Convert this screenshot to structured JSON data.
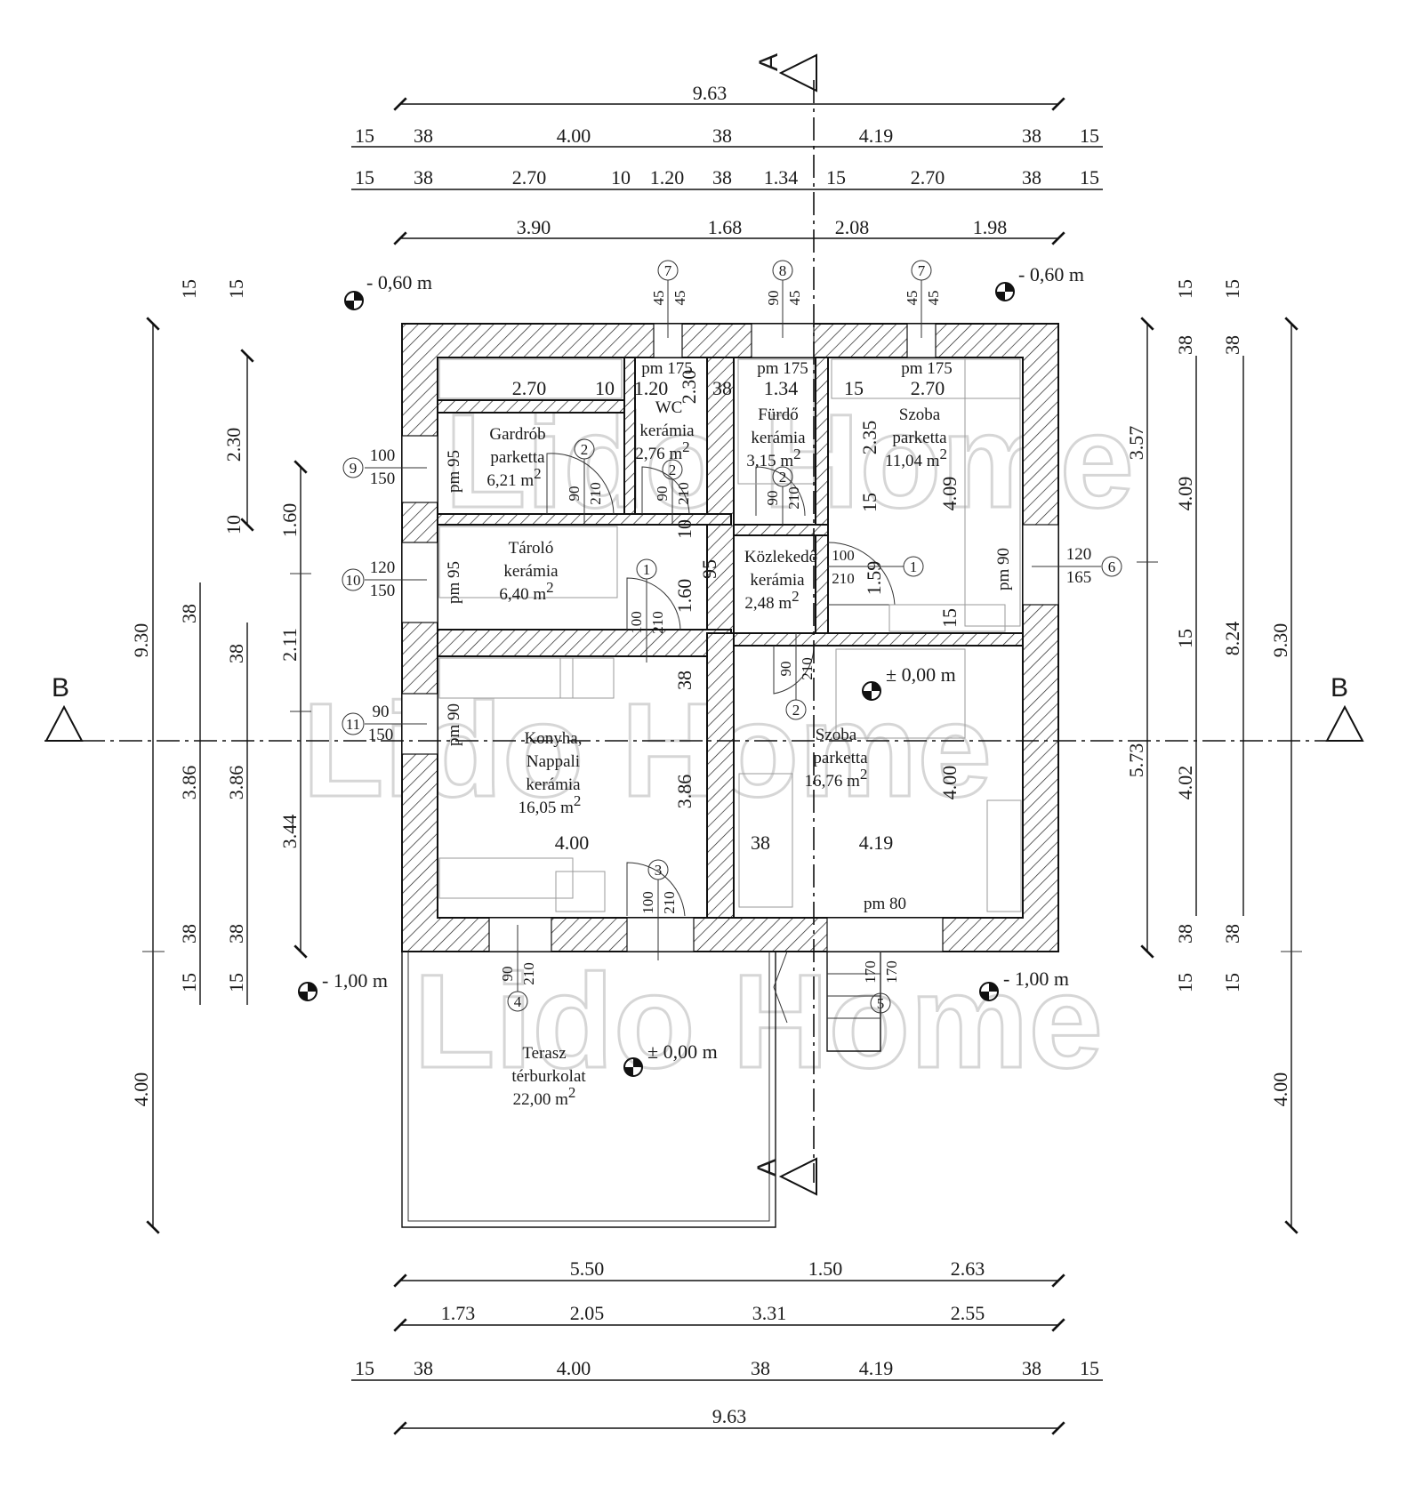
{
  "colors": {
    "line": "#111111",
    "watermark": "#d6d6d6",
    "background": "#ffffff"
  },
  "watermark": "Lido Home",
  "section_marks": {
    "a": "A",
    "b": "B"
  },
  "dims_top": {
    "total": "9.63",
    "row1": [
      "15",
      "38",
      "4.00",
      "38",
      "4.19",
      "38",
      "15"
    ],
    "row2": [
      "15",
      "38",
      "2.70",
      "10",
      "1.20",
      "38",
      "1.34",
      "15",
      "2.70",
      "38",
      "15"
    ],
    "row3": [
      "3.90",
      "1.68",
      "2.08",
      "1.98"
    ]
  },
  "dims_bottom": {
    "row1": [
      "5.50",
      "1.50",
      "2.63"
    ],
    "row2": [
      "1.73",
      "2.05",
      "3.31",
      "2.55"
    ],
    "row3": [
      "15",
      "38",
      "4.00",
      "38",
      "4.19",
      "38",
      "15"
    ],
    "total": "9.63"
  },
  "dims_left": {
    "outer": [
      "9.30",
      "4.00"
    ],
    "col1": [
      "15",
      "38",
      "3.86",
      "38",
      "15"
    ],
    "col2": [
      "15",
      "2.30",
      "10",
      "38",
      "3.86",
      "38",
      "15"
    ],
    "col3": [
      "1.60",
      "2.11",
      "3.44"
    ]
  },
  "dims_right": {
    "outer": [
      "9.30",
      "4.00"
    ],
    "col1": [
      "3.57",
      "5.73"
    ],
    "col2": [
      "15",
      "38",
      "4.09",
      "15",
      "4.02",
      "38",
      "15"
    ],
    "col3": [
      "15",
      "38",
      "8.24",
      "38",
      "15"
    ]
  },
  "levels": {
    "upper_left": "- 0,60 m",
    "upper_right": "- 0,60 m",
    "lower_left": "- 1,00 m",
    "lower_right": "- 1,00 m",
    "floor": "± 0,00 m",
    "terrace": "± 0,00 m"
  },
  "rooms": [
    {
      "name": "Gardrób",
      "floor": "parketta",
      "area": "6,21 m",
      "width": "2.70"
    },
    {
      "name": "WC",
      "floor": "kerámia",
      "area": "2,76 m",
      "width": "1.20",
      "height": "2.30"
    },
    {
      "name": "Fürdő",
      "floor": "kerámia",
      "area": "3,15 m",
      "width": "1.34"
    },
    {
      "name": "Szoba",
      "floor": "parketta",
      "area": "11,04 m",
      "width": "2.70",
      "height": "2.35"
    },
    {
      "name": "Tároló",
      "floor": "kerámia",
      "area": "6,40 m"
    },
    {
      "name": "Közlekedő",
      "floor": "kerámia",
      "area": "2,48 m",
      "height": "1.59"
    },
    {
      "name": "Konyha,",
      "name2": "Nappali",
      "floor": "kerámia",
      "area": "16,05 m",
      "width": "4.00",
      "height": "3.86"
    },
    {
      "name": "Szoba",
      "floor": "parketta",
      "area": "16,76 m",
      "width": "4.19",
      "height": "4.00"
    },
    {
      "name": "Terasz",
      "floor": "térburkolat",
      "area": "22,00 m"
    }
  ],
  "sup2": "2",
  "inner": {
    "wall_10": "10",
    "wall_38": "38",
    "wall_15": "15",
    "wall_95": "95",
    "h160": "1.60",
    "h409": "4.09",
    "h38": "38",
    "w38": "38"
  },
  "sills": {
    "pm175": "pm 175",
    "pm95": "pm 95",
    "pm90": "pm 90",
    "pm80": "pm 80"
  },
  "openings": [
    {
      "num": "7",
      "w": "45",
      "h": "45"
    },
    {
      "num": "8",
      "w": "90",
      "h": "45"
    },
    {
      "num": "7",
      "w": "45",
      "h": "45"
    },
    {
      "num": "9",
      "w": "100",
      "h": "150"
    },
    {
      "num": "10",
      "w": "120",
      "h": "150"
    },
    {
      "num": "11",
      "w": "90",
      "h": "150"
    },
    {
      "num": "6",
      "w": "120",
      "h": "165"
    },
    {
      "num": "2",
      "w": "90",
      "h": "210"
    },
    {
      "num": "2",
      "w": "90",
      "h": "210"
    },
    {
      "num": "2",
      "w": "90",
      "h": "210"
    },
    {
      "num": "1",
      "w": "100",
      "h": "210"
    },
    {
      "num": "1",
      "w": "100",
      "h": "210"
    },
    {
      "num": "2",
      "w": "90",
      "h": "210"
    },
    {
      "num": "3",
      "w": "100",
      "h": "210"
    },
    {
      "num": "4",
      "w": "90",
      "h": "210"
    },
    {
      "num": "5",
      "w": "170",
      "h": "170"
    }
  ]
}
